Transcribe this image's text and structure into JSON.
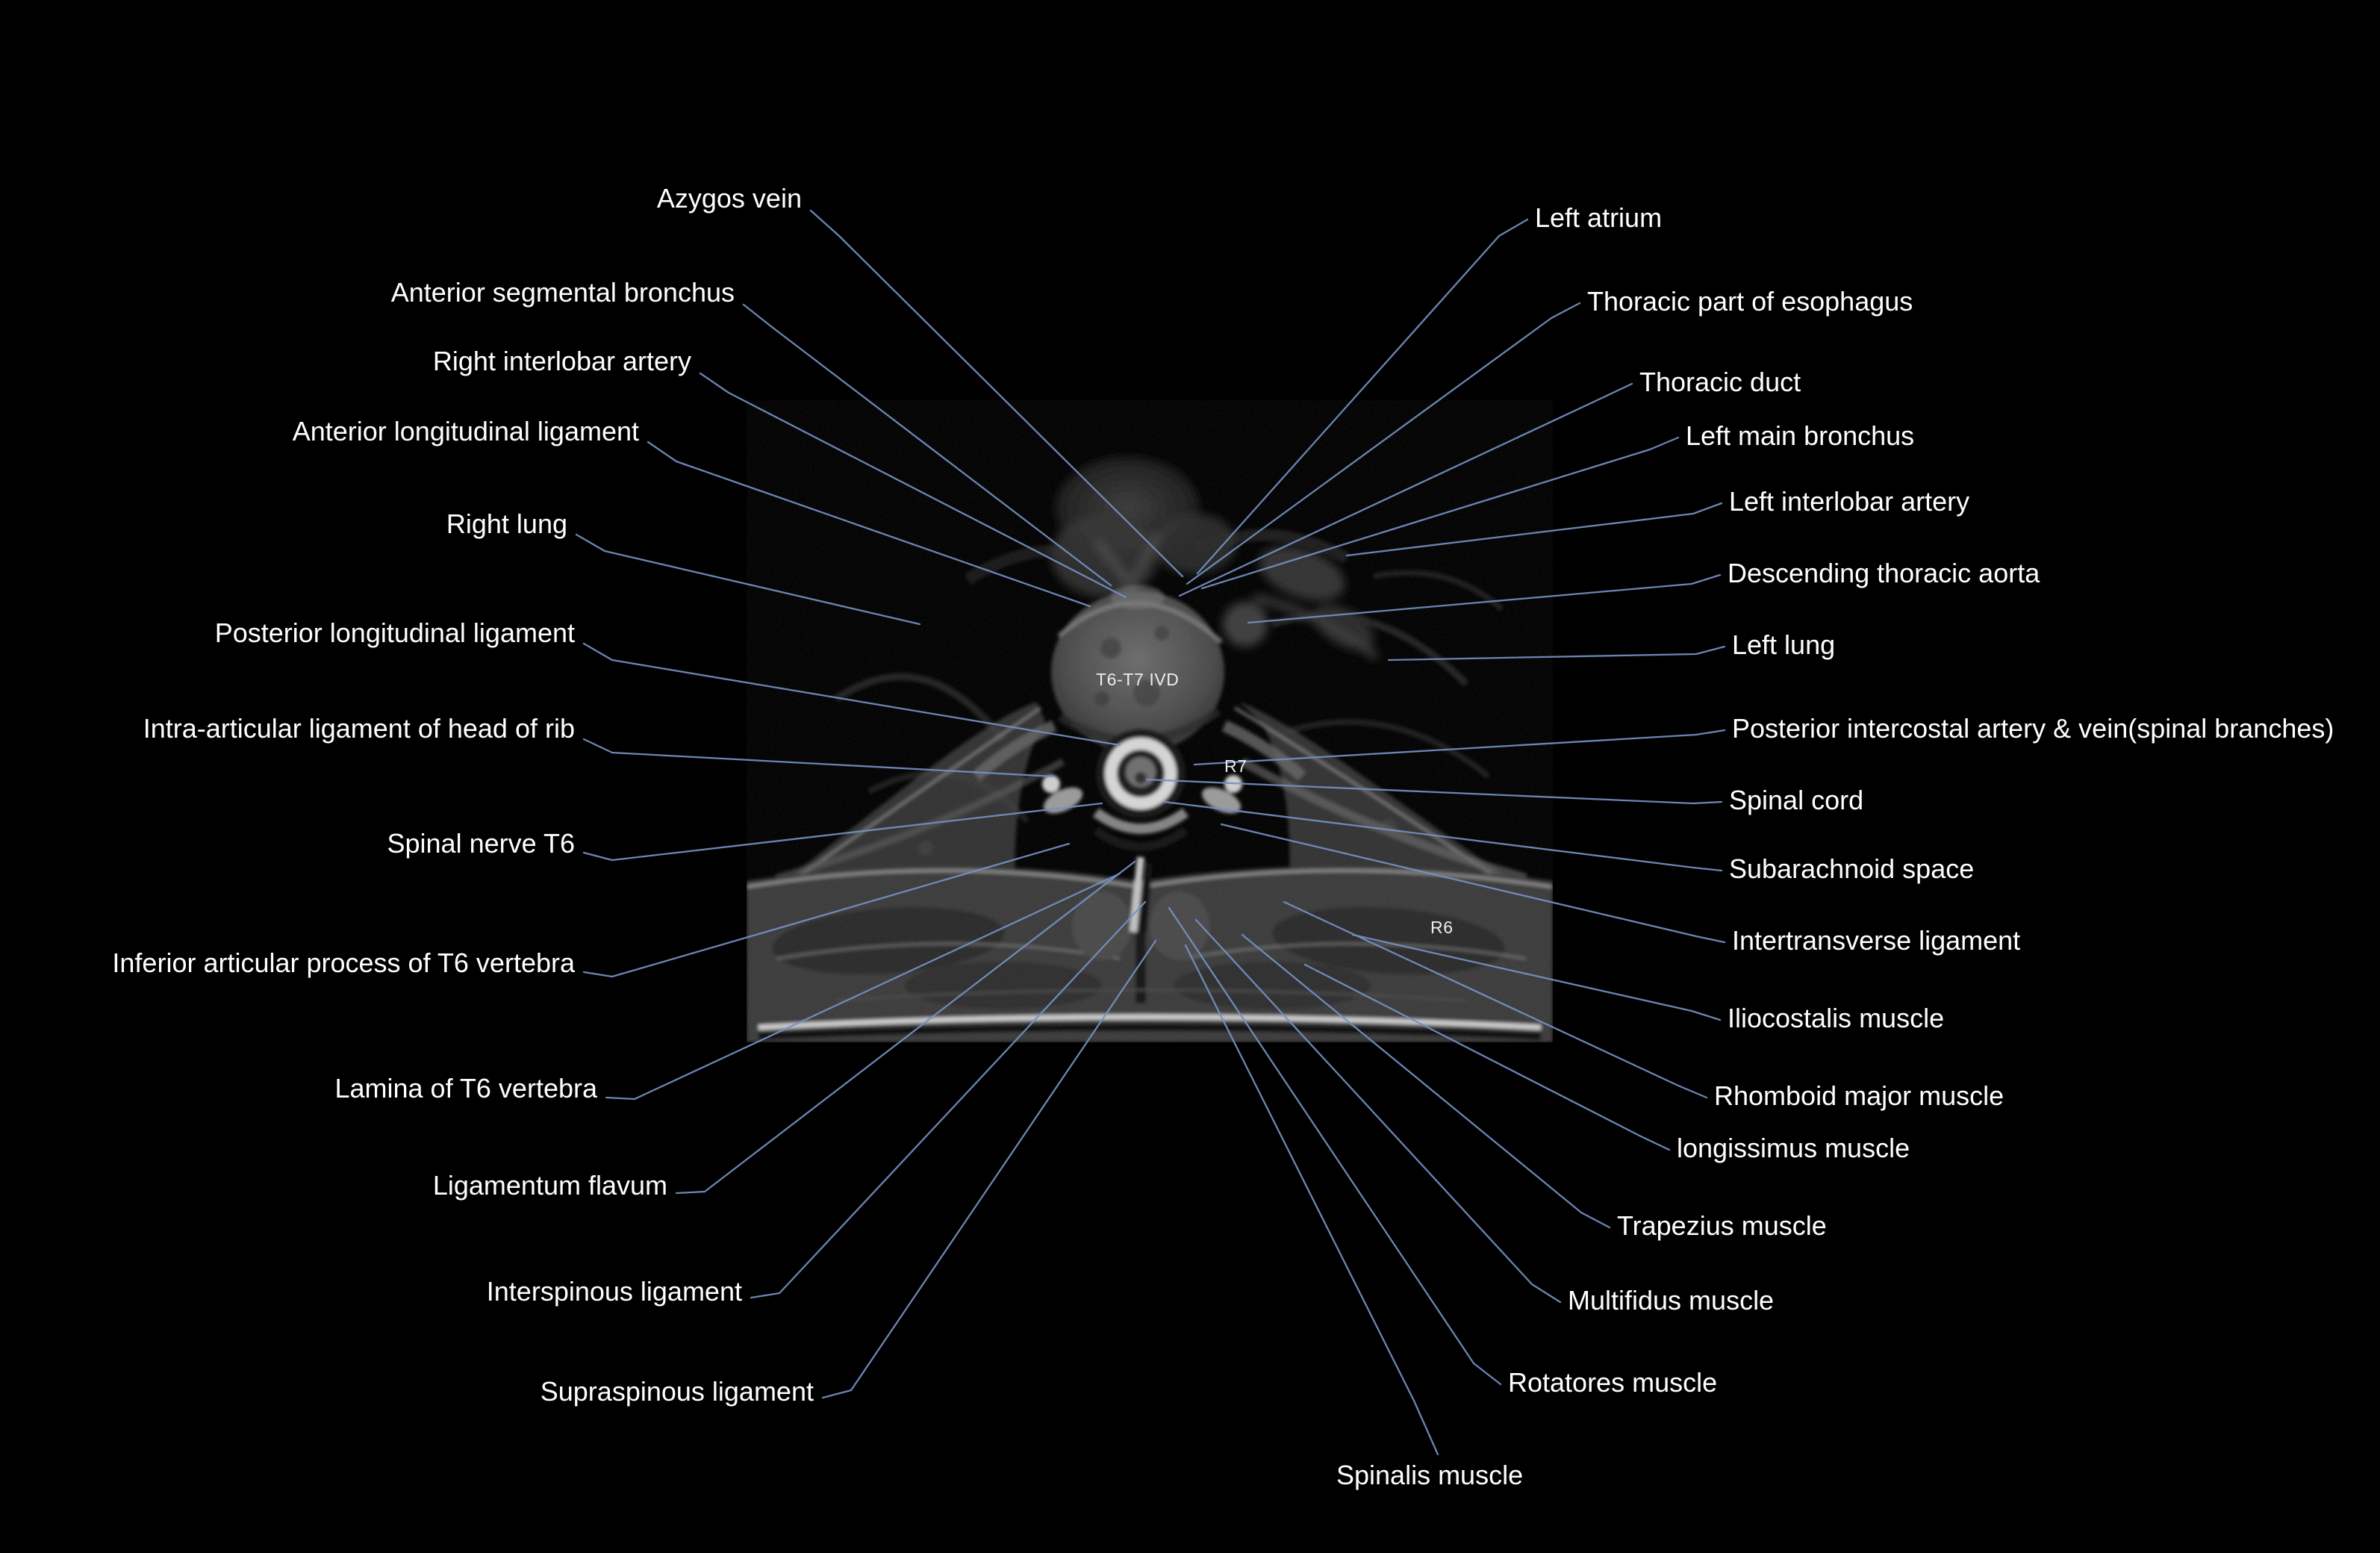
{
  "figure": {
    "description": "Labeled axial MRI of the thorax at the T6-T7 intervertebral disc level",
    "background_color": "#000000",
    "leader_line_color": "#7490c2",
    "label_text_color": "#ffffff"
  },
  "annotations": {
    "ivd": "T6-T7 IVD",
    "r7": "R7",
    "r6": "R6"
  },
  "labels": {
    "left": [
      {
        "text": "Azygos vein"
      },
      {
        "text": "Anterior segmental bronchus"
      },
      {
        "text": "Right interlobar artery"
      },
      {
        "text": "Anterior longitudinal ligament"
      },
      {
        "text": "Right lung"
      },
      {
        "text": "Posterior longitudinal ligament"
      },
      {
        "text": "Intra-articular ligament of head of rib"
      },
      {
        "text": "Spinal nerve T6"
      },
      {
        "text": "Inferior articular process of T6 vertebra"
      },
      {
        "text": "Lamina of T6 vertebra"
      },
      {
        "text": "Ligamentum flavum"
      },
      {
        "text": "Interspinous ligament"
      },
      {
        "text": "Supraspinous ligament"
      }
    ],
    "right": [
      {
        "text": "Left atrium"
      },
      {
        "text": "Thoracic part of esophagus"
      },
      {
        "text": "Thoracic duct"
      },
      {
        "text": "Left main bronchus"
      },
      {
        "text": "Left interlobar artery"
      },
      {
        "text": "Descending thoracic aorta"
      },
      {
        "text": "Left lung"
      },
      {
        "text": "Posterior intercostal artery & vein(spinal branches)"
      },
      {
        "text": "Spinal cord"
      },
      {
        "text": "Subarachnoid space"
      },
      {
        "text": "Intertransverse ligament"
      },
      {
        "text": "Iliocostalis muscle"
      },
      {
        "text": "Rhomboid major muscle"
      },
      {
        "text": "longissimus muscle"
      },
      {
        "text": "Trapezius muscle"
      },
      {
        "text": "Multifidus muscle"
      },
      {
        "text": "Rotatores muscle"
      }
    ],
    "bottom": [
      {
        "text": "Spinalis muscle"
      }
    ]
  }
}
